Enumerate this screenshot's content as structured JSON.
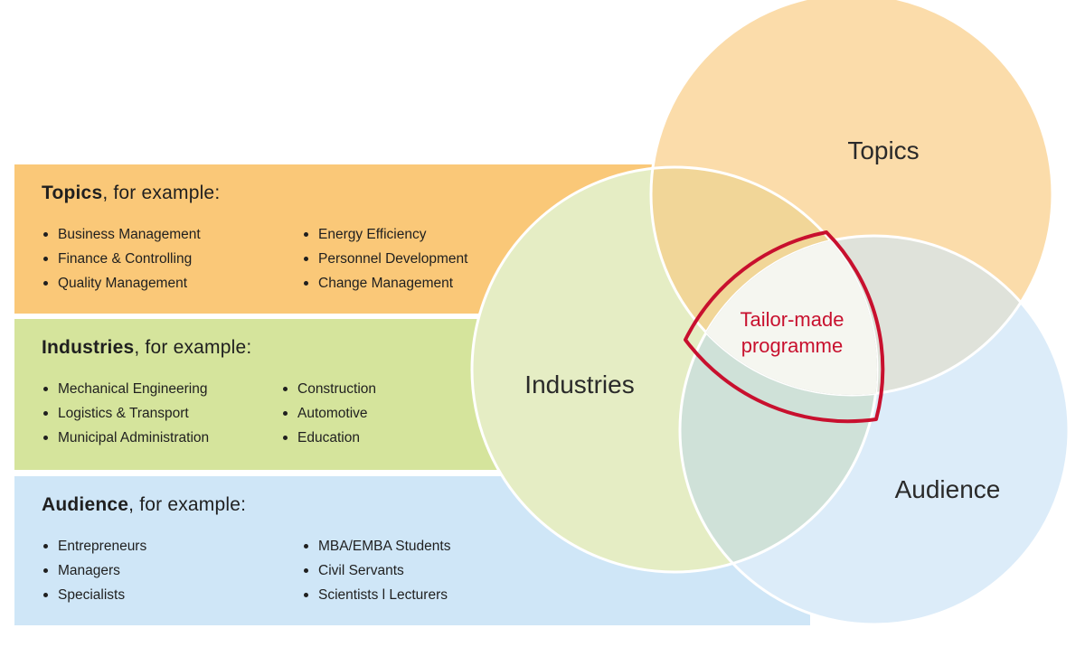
{
  "colors": {
    "topics": "#fac878",
    "industries": "#d5e49c",
    "audience": "#cfe6f7",
    "topics_circle": "#fbdcaa",
    "industries_circle": "#e5edc4",
    "audience_circle": "#dcecf9",
    "center_outline": "#c8102e",
    "center_fill": "#f5f6f0"
  },
  "bands": {
    "topics": {
      "title_bold": "Topics",
      "title_rest": ", for example:",
      "col1": [
        "Business Management",
        "Finance & Controlling",
        "Quality Management"
      ],
      "col2": [
        "Energy Efficiency",
        "Personnel Development",
        "Change Management"
      ]
    },
    "industries": {
      "title_bold": "Industries",
      "title_rest": ", for example:",
      "col1": [
        "Mechanical Engineering",
        "Logistics & Transport",
        "Municipal Administration"
      ],
      "col2": [
        "Construction",
        "Automotive",
        "Education"
      ]
    },
    "audience": {
      "title_bold": "Audience",
      "title_rest": ", for example:",
      "col1": [
        "Entrepreneurs",
        "Managers",
        "Specialists"
      ],
      "col2": [
        "MBA/EMBA Students",
        "Civil Servants",
        "Scientists l Lecturers"
      ]
    }
  },
  "venn": {
    "topics": "Topics",
    "industries": "Industries",
    "audience": "Audience",
    "center_line1": "Tailor-made",
    "center_line2": "programme"
  }
}
